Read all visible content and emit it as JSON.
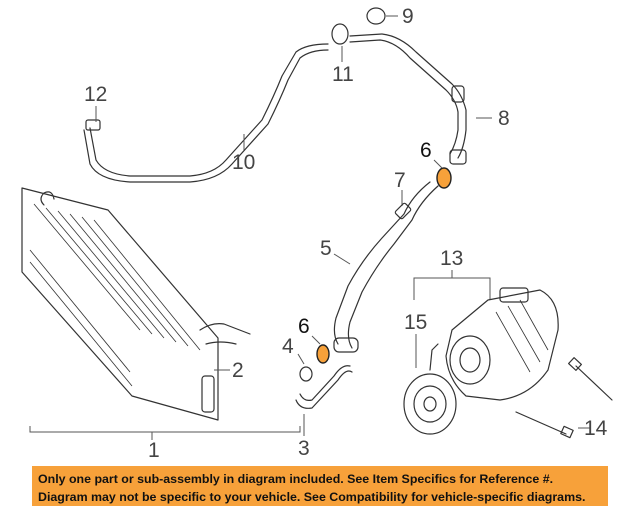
{
  "callouts": {
    "c1": "1",
    "c2": "2",
    "c3": "3",
    "c4": "4",
    "c5": "5",
    "c6a": "6",
    "c6b": "6",
    "c7": "7",
    "c8": "8",
    "c9": "9",
    "c10": "10",
    "c11": "11",
    "c12": "12",
    "c13": "13",
    "c14": "14",
    "c15": "15"
  },
  "notice": {
    "line1": "Only one part or sub-assembly in diagram included. See Item Specifics for Reference #.",
    "line2": "Diagram may not be specific to your vehicle. See Compatibility for vehicle-specific diagrams."
  },
  "colors": {
    "highlight": "#f7a13a",
    "line_art": "#333333",
    "background": "#ffffff"
  }
}
